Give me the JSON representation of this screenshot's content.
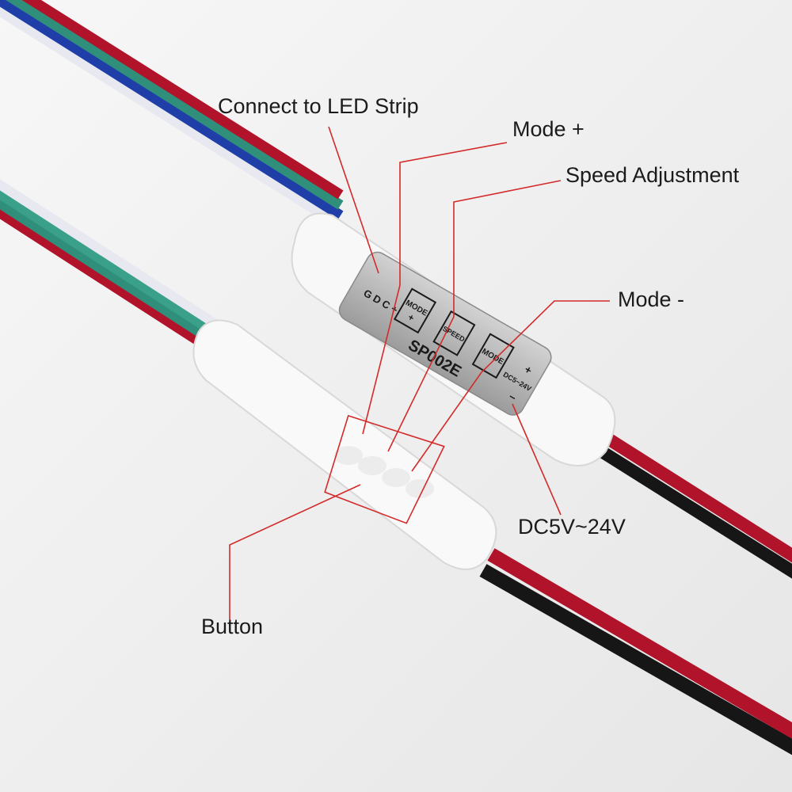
{
  "callouts": {
    "connect": "Connect to LED Strip",
    "mode_plus": "Mode +",
    "speed": "Speed Adjustment",
    "mode_minus": "Mode -",
    "dc": "DC5V~24V",
    "button": "Button"
  },
  "device": {
    "model": "SP002E",
    "pins": "G D C +",
    "btn_mode_plus": "MODE",
    "btn_mode_plus_sign": "+",
    "btn_speed": "SPEED",
    "btn_mode_minus": "MODE",
    "power": "DC5~24V",
    "power_plus": "+",
    "power_minus": "−"
  },
  "colors": {
    "callout_line": "#d42a2a",
    "wire_red": "#b0132a",
    "wire_green": "#2f8f7a",
    "wire_blue": "#1f3ea8",
    "wire_white": "#e8e8f0",
    "wire_black": "#161616"
  }
}
